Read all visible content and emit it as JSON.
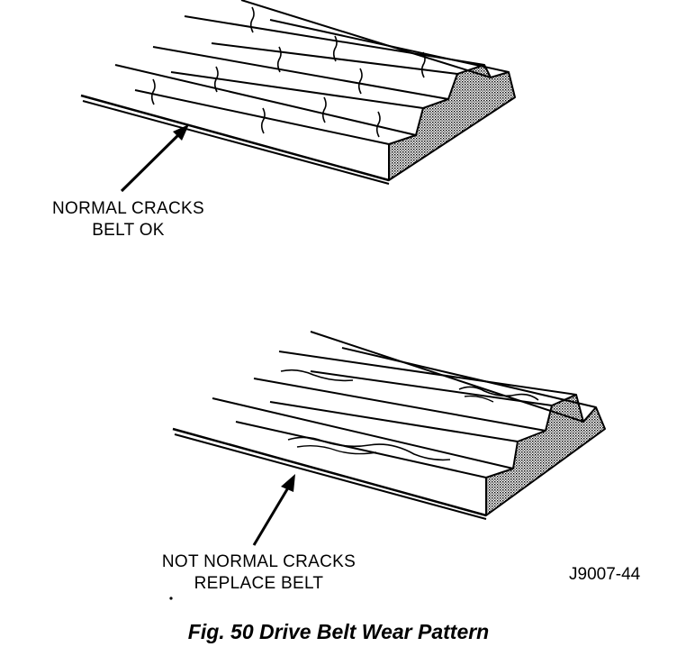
{
  "top_label": {
    "line1": "NORMAL CRACKS",
    "line2": "BELT OK"
  },
  "bottom_label": {
    "line1": "NOT NORMAL CRACKS",
    "line2": "REPLACE BELT"
  },
  "figure_id": "J9007-44",
  "caption": "Fig. 50 Drive Belt Wear Pattern"
}
